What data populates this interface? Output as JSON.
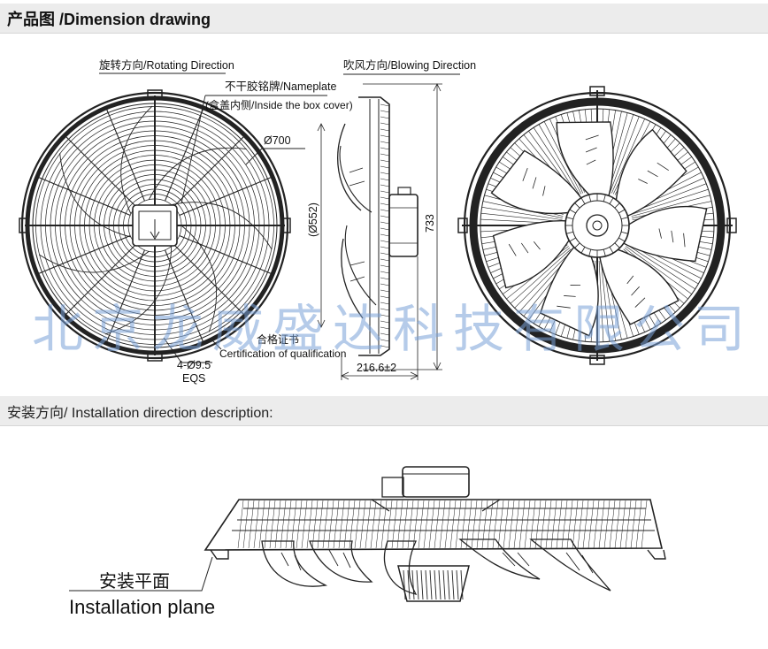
{
  "header": {
    "dimension_title": "产品图 /Dimension drawing",
    "installation_title": "安装方向/ Installation direction description:"
  },
  "drawing": {
    "rotating_direction": "旋转方向/Rotating Direction",
    "blowing_direction": "吹风方向/Blowing Direction",
    "nameplate": "不干胶铭牌/Nameplate",
    "nameplate_note": "(盒盖内侧/Inside the box cover)",
    "diameter": "Ø700",
    "inner_diameter": "(Ø552)",
    "height": "733",
    "depth": "216.6±2",
    "holes": "4-Ø9.5",
    "holes_note": "EQS",
    "certification_cn": "合格证书",
    "certification_en": "Certification of qualification"
  },
  "installation": {
    "plane_cn": "安装平面",
    "plane_en": "Installation plane"
  },
  "watermark": "北京龙威盛达科技有限公司",
  "colors": {
    "section_bar": "#ececec",
    "line": "#222222",
    "watermark": "#78a0d7"
  }
}
